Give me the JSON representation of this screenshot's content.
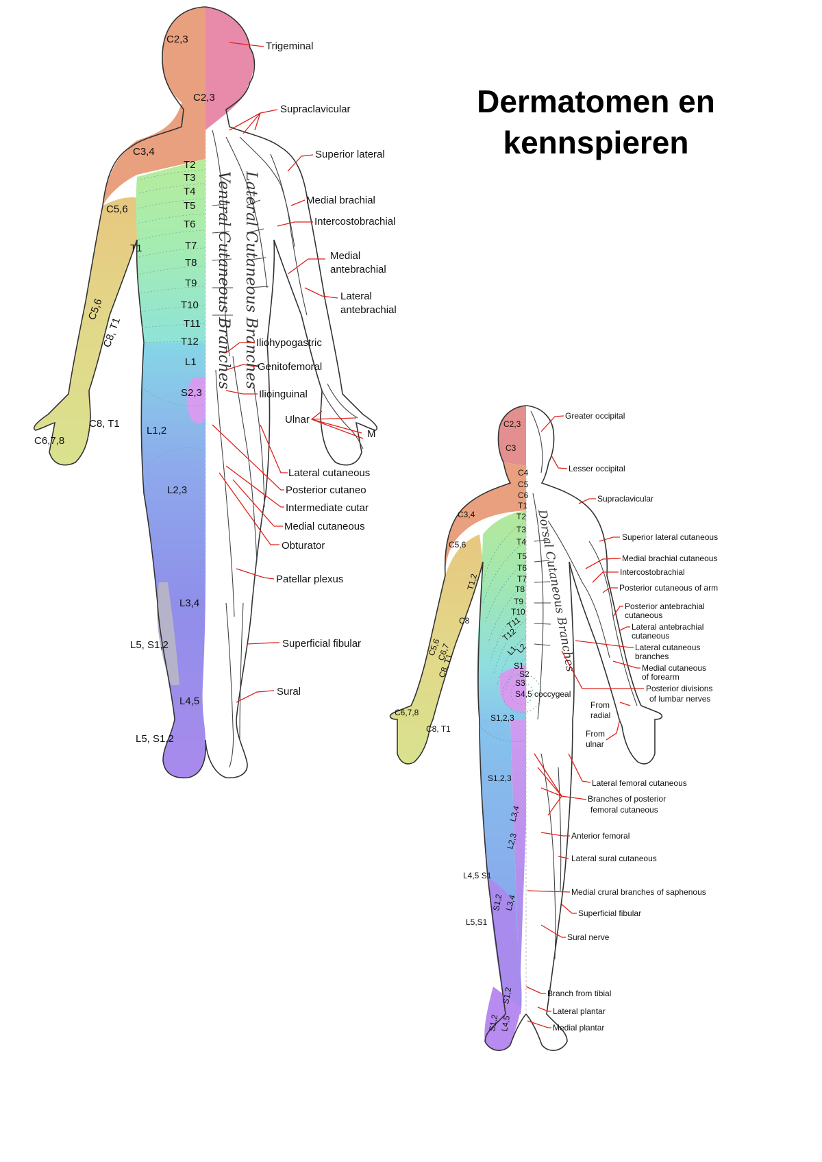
{
  "title_line1": "Dermatomen en",
  "title_line2": "kennspieren",
  "colors": {
    "head": "#e98aa8",
    "neck_shoulder": "#e9a07e",
    "arm_c56": "#e4cf82",
    "arm_c8": "#d9e08d",
    "thorax": "#a9eaa2",
    "abdomen": "#8fe0d5",
    "l1": "#86d7e6",
    "l2": "#8ea5ec",
    "l3": "#8f8fea",
    "l45": "#a889ec",
    "s": "#d69bef",
    "grey": "#b3b3c8",
    "leader": "#e0201a"
  },
  "front_view": {
    "vertical_text": [
      "Ventral Cutaneous Branches",
      "Lateral Cutaneous Branches"
    ],
    "dermatomes": [
      "C2,3",
      "C2,3",
      "C3,4",
      "T2",
      "T3",
      "T4",
      "T5",
      "C5,6",
      "T6",
      "T1",
      "T7",
      "T8",
      "T9",
      "C5,6",
      "T10",
      "T11",
      "C8, T1",
      "T12",
      "L1",
      "S2,3",
      "C8, T1",
      "L1,2",
      "C6,7,8",
      "L2,3",
      "L3,4",
      "L5, S1,2",
      "L4,5",
      "L5, S1,2"
    ],
    "nerves": [
      "Trigeminal",
      "Supraclavicular",
      "Superior lateral",
      "Medial brachial",
      "Intercostobrachial",
      "Medial",
      "antebrachial",
      "Lateral",
      "antebrachial",
      "Iliohypogastric",
      "Genitofemoral",
      "Ilioinguinal",
      "Ulnar",
      "M",
      "Lateral cutaneous",
      "Posterior cutaneo",
      "Intermediate cutar",
      "Medial cutaneous",
      "Obturator",
      "Patellar plexus",
      "Superficial fibular",
      "Sural"
    ]
  },
  "back_view": {
    "vertical_text": [
      "Dorsal Cutaneous Branches"
    ],
    "dermatomes": [
      "C2,3",
      "C3",
      "C4",
      "C5",
      "C6",
      "T1",
      "C3,4",
      "T2",
      "T3",
      "T4",
      "C5,6",
      "T5",
      "T6",
      "T7",
      "T1,2",
      "T8",
      "T9",
      "C8",
      "T10",
      "T11",
      "T12",
      "C5,6",
      "C6,7",
      "L1",
      "L2",
      "C8, T1",
      "S1",
      "S2",
      "S3",
      "S4,5 coccygeal",
      "C6,7,8",
      "C8, T1",
      "S1,2,3",
      "S1,2,3",
      "L3,4",
      "L2,3",
      "L4,5 S1",
      "S1,2",
      "L3,4",
      "L5,S1",
      "S1,2",
      "S1,2",
      "L4,5"
    ],
    "nerves": [
      "Greater occipital",
      "Lesser occipital",
      "Supraclavicular",
      "Superior lateral cutaneous",
      "Medial brachial cutaneous",
      "Intercostobrachial",
      "Posterior cutaneous of arm",
      "Posterior antebrachial",
      "cutaneous",
      "Lateral antebrachial",
      "cutaneous",
      "Lateral cutaneous",
      "branches",
      "Medial cutaneous",
      "of forearm",
      "Posterior divisions",
      "of lumbar nerves",
      "From",
      "radial",
      "From",
      "ulnar",
      "Lateral femoral cutaneous",
      "Branches of posterior",
      "femoral cutaneous",
      "Anterior femoral",
      "Lateral sural cutaneous",
      "Medial crural branches of saphenous",
      "Superficial fibular",
      "Sural nerve",
      "Branch from tibial",
      "Lateral plantar",
      "Medial plantar"
    ]
  }
}
